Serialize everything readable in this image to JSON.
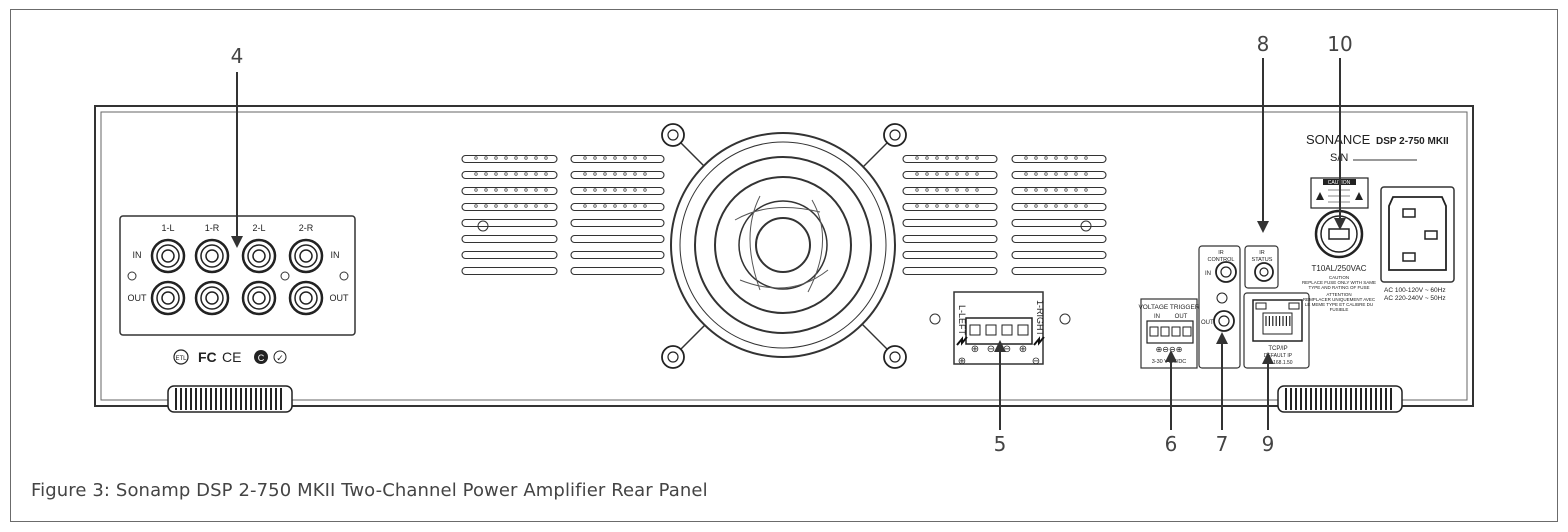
{
  "caption": "Figure 3: Sonamp DSP 2-750 MKII Two-Channel Power Amplifier Rear Panel",
  "callouts": [
    "4",
    "5",
    "6",
    "7",
    "8",
    "9",
    "10"
  ],
  "brand": {
    "name": "SONANCE",
    "model": "DSP 2-750 MKII",
    "serial_label": "S/N"
  },
  "inputs": {
    "channels": [
      "1-L",
      "1-R",
      "2-L",
      "2-R"
    ],
    "in_label": "IN",
    "out_label": "OUT"
  },
  "speaker": {
    "left": "L-LEFT",
    "right": "1-RIGHT"
  },
  "trigger": {
    "title": "VOLTAGE TRIGGER",
    "in": "IN",
    "out": "OUT",
    "spec": "3-30 V AC/DC"
  },
  "ir_control": {
    "title1": "IR",
    "title2": "CONTROL",
    "in": "IN",
    "out": "OUT"
  },
  "ir_status": {
    "title1": "IR",
    "title2": "STATUS"
  },
  "network": {
    "label": "TCP/IP",
    "default_label": "DEFAULT IP",
    "default_ip": "192.168.1.50"
  },
  "fuse": {
    "caution_title": "CAUTION",
    "rating": "T10AL/250VAC",
    "caution_text1": "CAUTION",
    "caution_text2": "REPLACE FUSE ONLY WITH SAME",
    "caution_text3": "TYPE AND RATING OF FUSE",
    "attention1": "ATTENTION",
    "attention2": "REMPLACER UNIQUEMENT AVEC",
    "attention3": "LE MEME TYPE ET CALIBRE DU",
    "attention4": "FUSIBLE"
  },
  "power": {
    "line1": "AC 100-120V ~ 60Hz",
    "line2": "AC 220-240V ~ 50Hz"
  },
  "certifications": [
    "ETL",
    "FC",
    "CE",
    "C",
    "✓"
  ]
}
